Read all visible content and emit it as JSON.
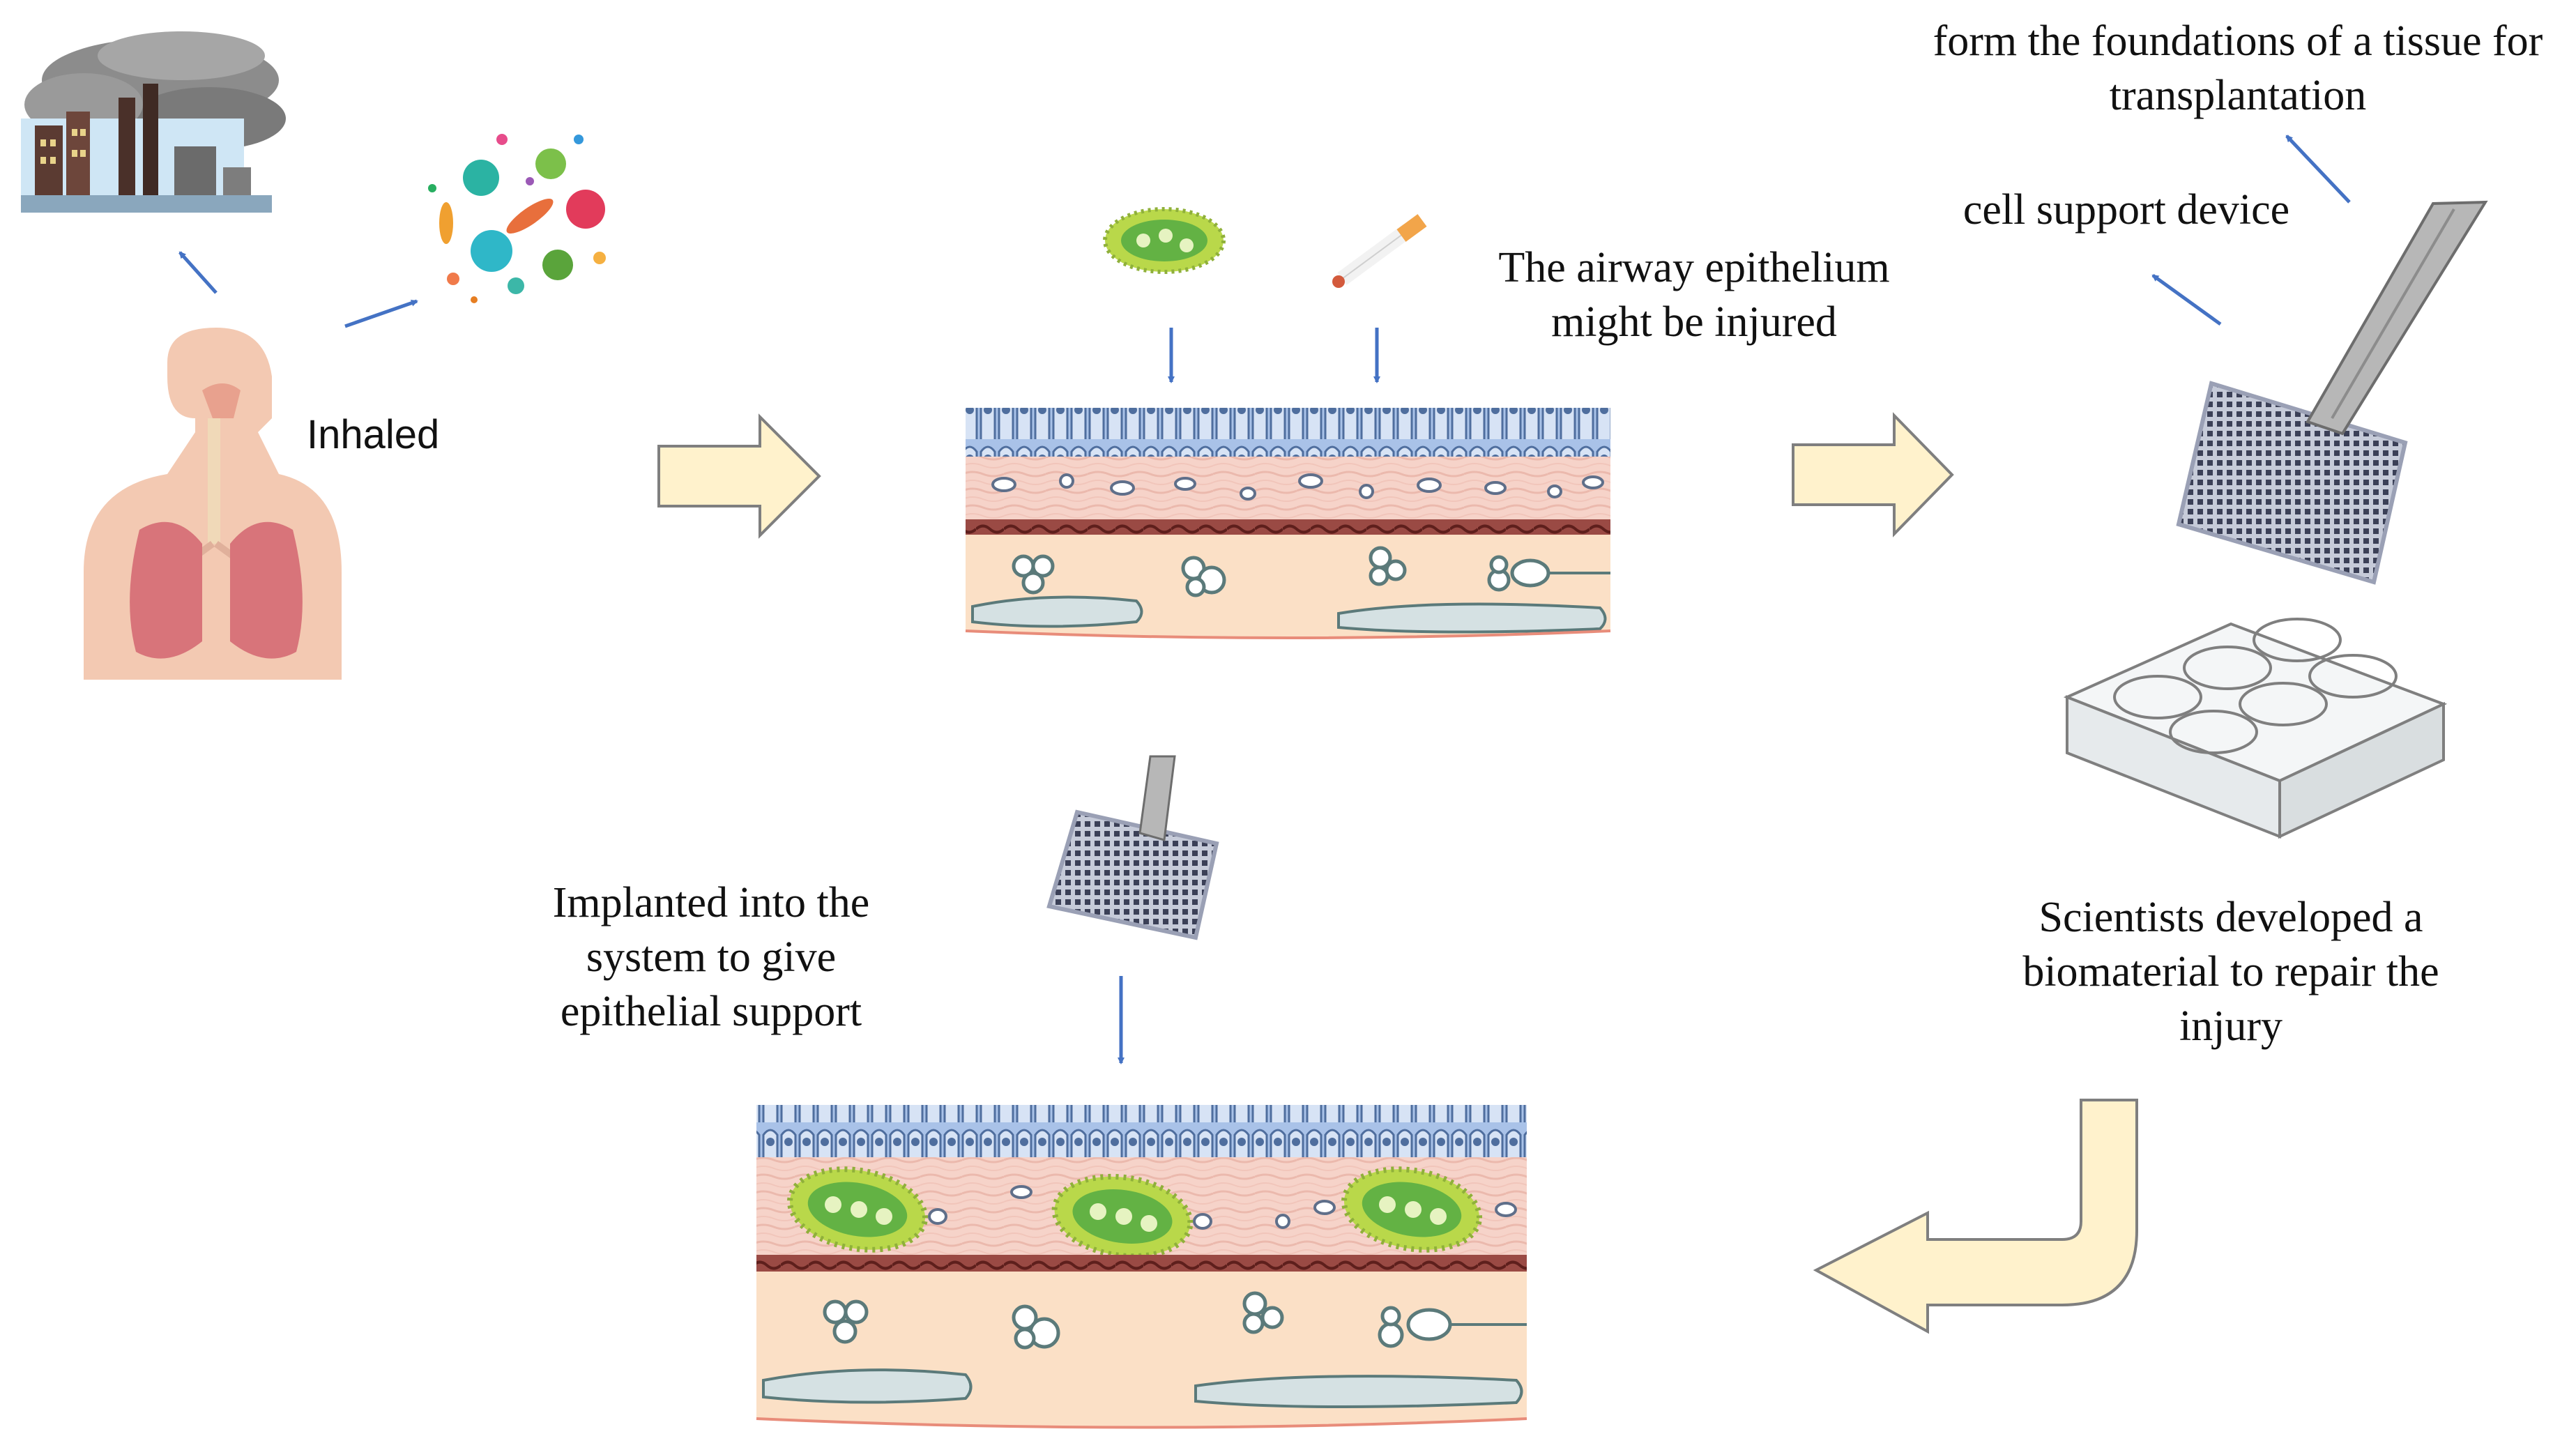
{
  "labels": {
    "inhaled": "Inhaled",
    "injured_line1": "The airway  epithelium",
    "injured_line2": "might be injured",
    "cell_support": "cell support device",
    "foundations_line1": "form the foundations  of a tissue for",
    "foundations_line2": "transplantation",
    "scientists_line1": "Scientists  developed  a",
    "scientists_line2": "biomaterial  to repair the",
    "scientists_line3": "injury",
    "implanted_line1": "Implanted  into the",
    "implanted_line2": "system  to give",
    "implanted_line3": "epithelial  support"
  },
  "colors": {
    "arrow_fill": "#fff2cc",
    "arrow_stroke": "#7f7f7f",
    "pointer_arrow": "#4472c4",
    "epithelium": "#a9c2e8",
    "lamina": "#f6d3c9",
    "muscle": "#8a3a36",
    "submucosa": "#fbe0c6",
    "bacteria_body": "#63b244",
    "bacteria_ring": "#b9d84a",
    "lung": "#d8747a",
    "skin": "#f3c9b2"
  },
  "icons": [
    "factory-pollution-icon",
    "microbes-icon",
    "human-respiratory-icon",
    "bacteria-icon",
    "cigarette-icon",
    "scaffold-with-tweezers-icon",
    "well-plate-icon"
  ]
}
